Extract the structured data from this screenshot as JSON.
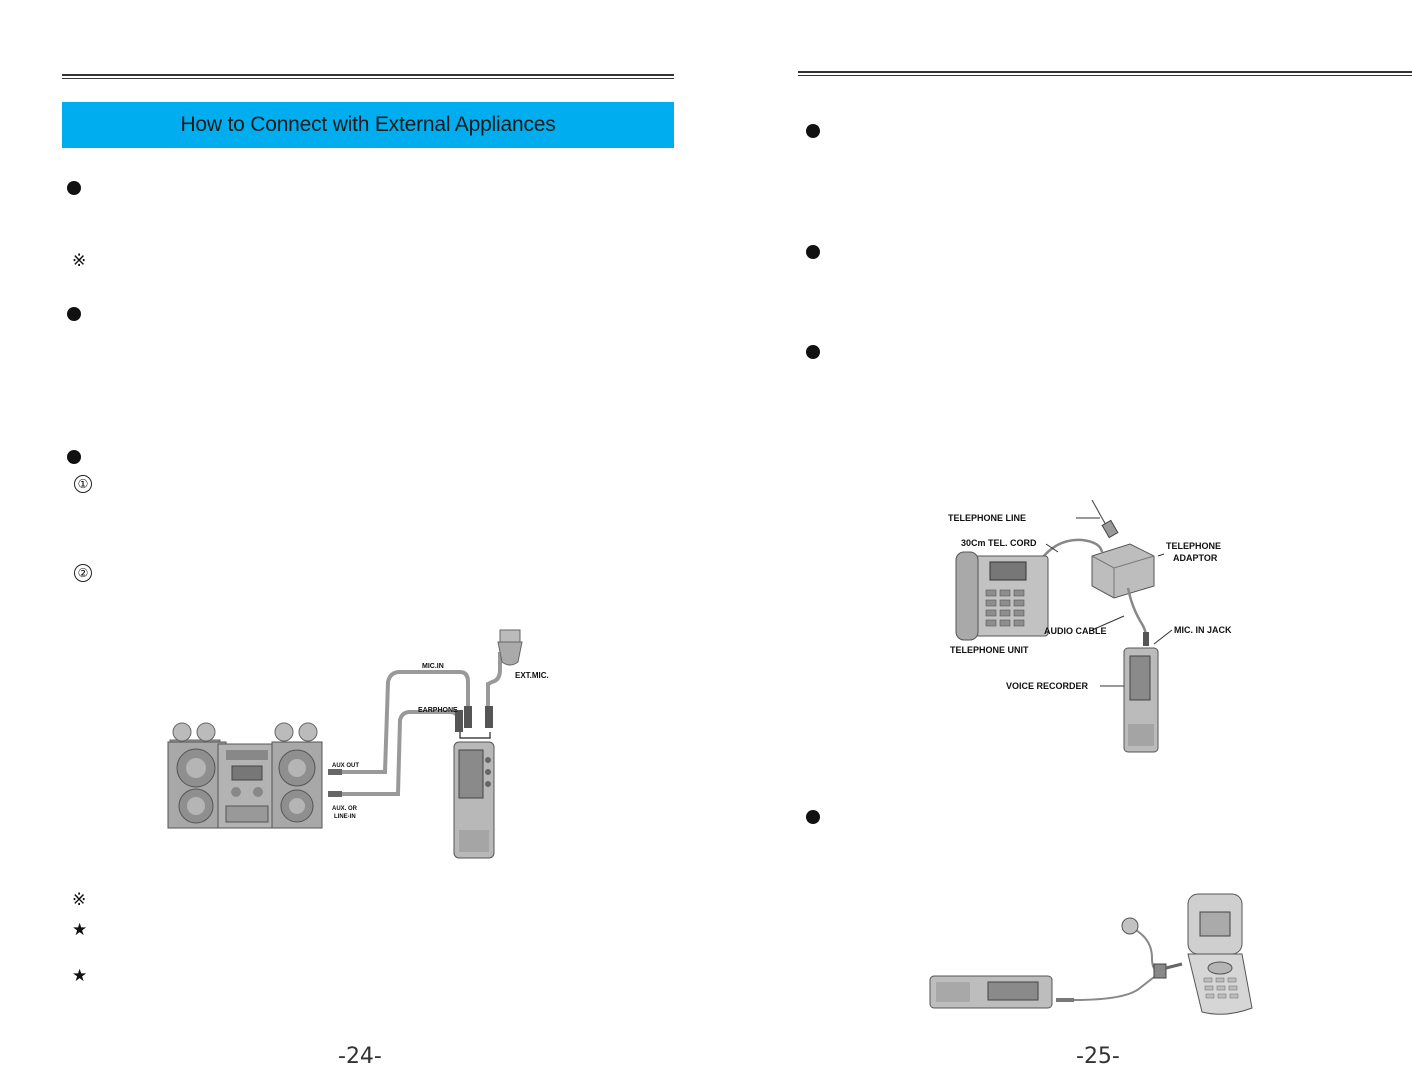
{
  "left_page": {
    "banner_title": "How to Connect with External Appliances",
    "reference_mark": "※",
    "step_markers": [
      "①",
      "②"
    ],
    "star_mark": "★",
    "page_number": "-24-",
    "stereo_figure": {
      "labels": {
        "mic_in": "MIC.IN",
        "earphone": "EARPHONE",
        "ext_mic": "EXT.MIC.",
        "aux_out": "AUX OUT",
        "aux_or": "AUX. OR",
        "line_in": "LINE-IN"
      }
    }
  },
  "right_page": {
    "page_number": "-25-",
    "telephone_figure": {
      "labels": {
        "telephone_line": "TELEPHONE LINE",
        "tel_cord": "30Cm TEL. CORD",
        "telephone": "TELEPHONE",
        "adaptor": "ADAPTOR",
        "audio_cable": "AUDIO CABLE",
        "mic_in_jack": "MIC. IN JACK",
        "telephone_unit": "TELEPHONE UNIT",
        "voice_recorder": "VOICE RECORDER"
      }
    }
  }
}
